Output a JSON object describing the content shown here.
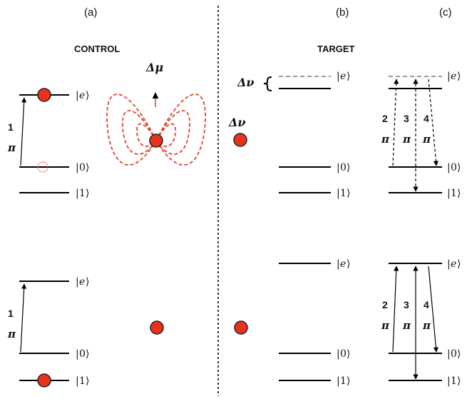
{
  "panel_labels": {
    "a": "(a)",
    "b": "(b)",
    "c": "(c)"
  },
  "section_titles": {
    "control": "CONTROL",
    "target": "TARGET"
  },
  "kets": {
    "e": "e",
    "zero": "0",
    "one": "1"
  },
  "pulses": {
    "control_top": {
      "number": "1",
      "symbol": "π"
    },
    "control_bottom": {
      "number": "1",
      "symbol": "π"
    },
    "target_top": [
      {
        "number": "2",
        "symbol": "π"
      },
      {
        "number": "3",
        "symbol": "π"
      },
      {
        "number": "4",
        "symbol": "π"
      }
    ],
    "target_bottom": [
      {
        "number": "2",
        "symbol": "π"
      },
      {
        "number": "3",
        "symbol": "π"
      },
      {
        "number": "4",
        "symbol": "π"
      }
    ]
  },
  "annotations": {
    "delta_mu": "Δμ",
    "delta_nu_shift": "Δν",
    "delta_nu_atom": "Δν"
  },
  "colors": {
    "atom_fill": "#e8321c",
    "dipole_field": "#e0442c",
    "shifted_level": "#999999",
    "line": "#000000"
  }
}
